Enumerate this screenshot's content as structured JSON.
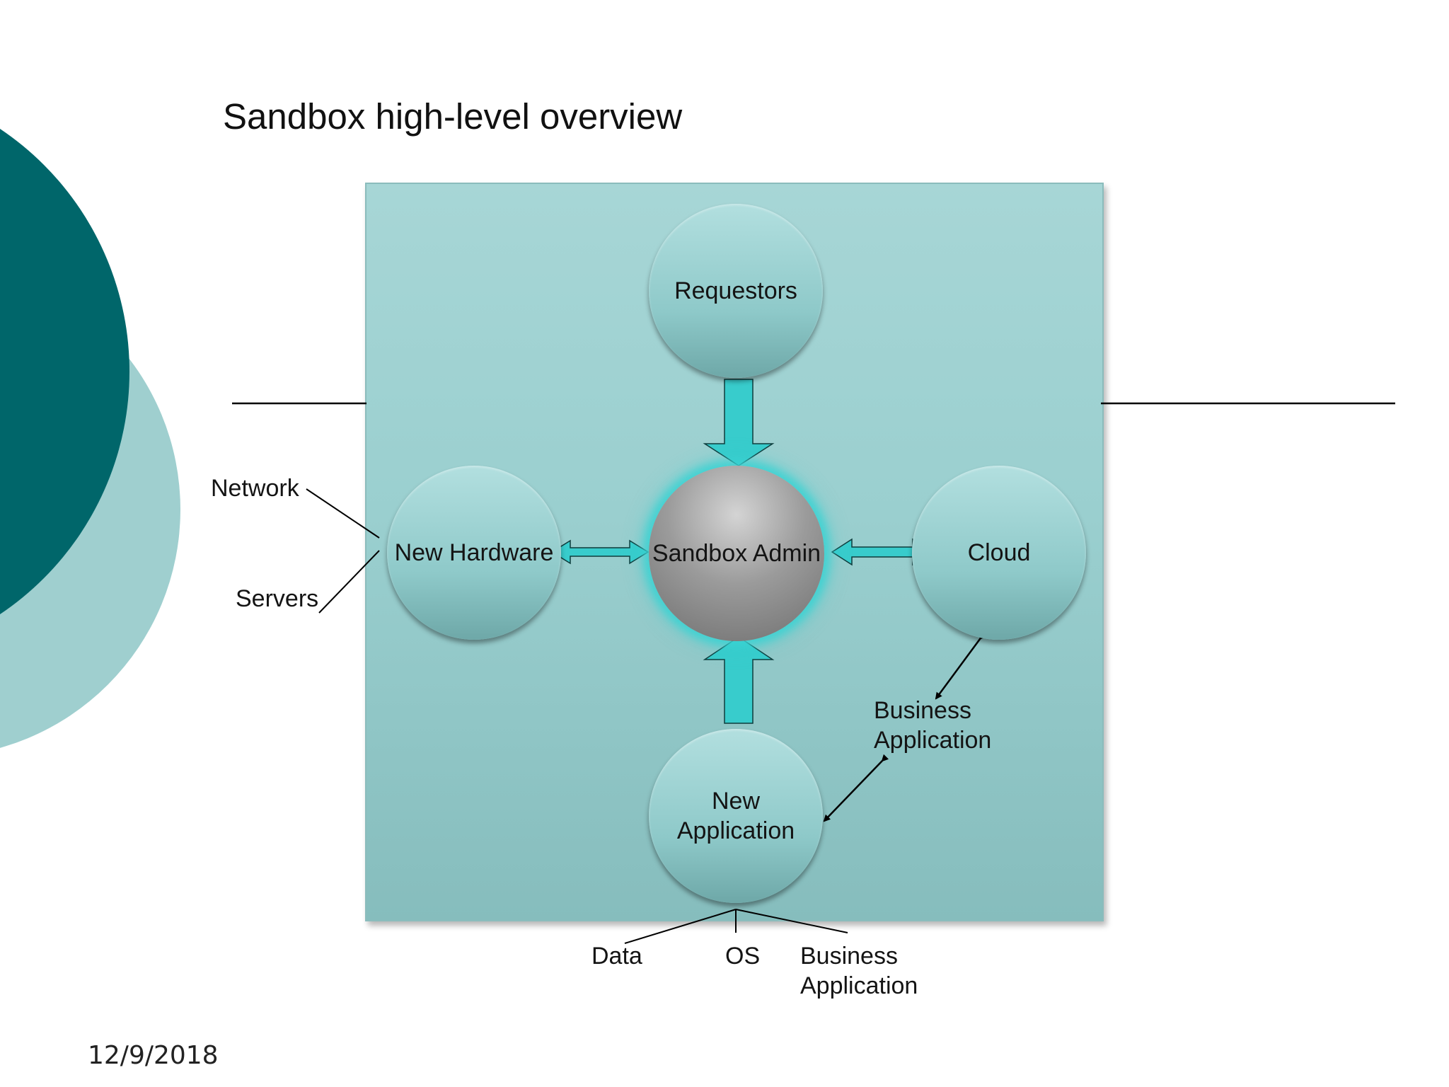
{
  "slide": {
    "title": "Sandbox high-level overview",
    "date": "12/9/2018"
  },
  "colors": {
    "dark_teal": "#00666a",
    "light_teal": "#9fcfcf",
    "panel": "#9fd1d1",
    "arrow_fill": "#38cccc",
    "admin_glow": "#39d2d2",
    "admin_node": "#8a8a8a"
  },
  "diagram": {
    "nodes": {
      "requestors": "Requestors",
      "sandbox_admin": "Sandbox Admin",
      "new_hardware": "New Hardware",
      "cloud": "Cloud",
      "new_application": [
        "New",
        "Application"
      ]
    },
    "labels": {
      "network": "Network",
      "servers": "Servers",
      "business_application_right": [
        "Business",
        "Application"
      ],
      "data": "Data",
      "os": "OS",
      "business_application_bottom": [
        "Business",
        "Application"
      ]
    }
  }
}
